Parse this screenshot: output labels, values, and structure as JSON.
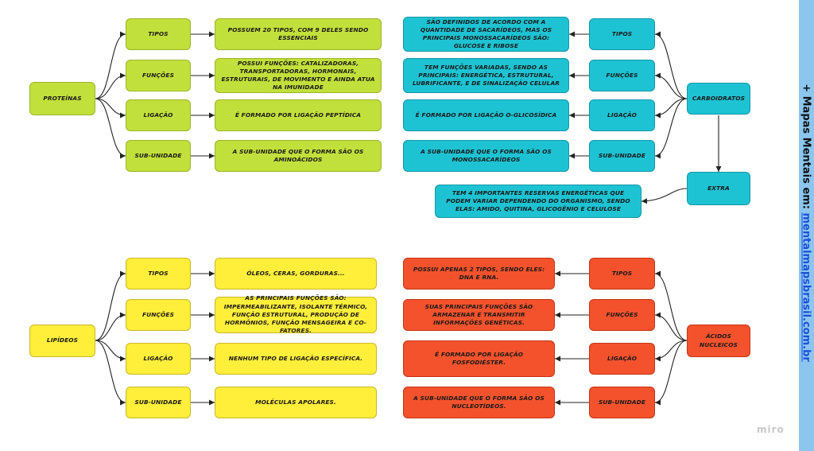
{
  "colors": {
    "proteinas": "#c2e03b",
    "carboidratos": "#1ec3d3",
    "lipidos": "#ffee3a",
    "acidos": "#f4522c",
    "arrow": "#222222",
    "sidebar": "#8cc6ef"
  },
  "proteinas": {
    "root": "Proteínas",
    "branches": [
      {
        "label": "Tipos",
        "detail": "Possuem 20 tipos, com 9 deles sendo essenciais"
      },
      {
        "label": "Funções",
        "detail": "Possui funções: catalizadoras, transportadoras, hormonais, estruturais, de movimento e ainda atua na imunidade"
      },
      {
        "label": "Ligação",
        "detail": "É formado por ligação peptídica"
      },
      {
        "label": "Sub-unidade",
        "detail": "A sub-unidade que o forma são os aminoácidos"
      }
    ]
  },
  "carboidratos": {
    "root": "Carboidratos",
    "extra_label": "Extra",
    "extra_detail": "Tem 4 importantes reservas energéticas que podem variar dependendo do organismo, sendo elas: amido, quitina, glicogênio e celulose",
    "branches": [
      {
        "label": "Tipos",
        "detail": "São definidos de acordo com a quantidade de sacarídeos, mas os principais monossacarídeos são: glucose e ribose"
      },
      {
        "label": "Funções",
        "detail": "Tem funções variadas, sendo as principais: energética, estrutural, lubrificante, e de sinalização celular"
      },
      {
        "label": "Ligação",
        "detail": "É formado por ligação o-glicosídica"
      },
      {
        "label": "Sub-unidade",
        "detail": "A sub-unidade que o forma são os monossacarídeos"
      }
    ]
  },
  "lipidios": {
    "root": "Lipídeos",
    "branches": [
      {
        "label": "Tipos",
        "detail": "Óleos, ceras, gorduras..."
      },
      {
        "label": "Funções",
        "detail": "As principais funções são: impermeabilizante, isolante térmico, função estrutural, produção de hormônios, função mensageira e co-fatores."
      },
      {
        "label": "Ligação",
        "detail": "Nenhum tipo de ligação específica."
      },
      {
        "label": "Sub-unidade",
        "detail": "Moléculas apolares."
      }
    ]
  },
  "acidos": {
    "root": "Ácidos nucleicos",
    "branches": [
      {
        "label": "Tipos",
        "detail": "Possui apenas 2 tipos, sendo eles: DNA e RNA."
      },
      {
        "label": "Funções",
        "detail": "Suas principais funções são armazenar e transmitir informações genéticas."
      },
      {
        "label": "Ligação",
        "detail": "É formado por ligação fosfodiéster."
      },
      {
        "label": "Sub-unidade",
        "detail": "A sub-unidade que o forma são os nucleotídeos."
      }
    ]
  },
  "sidebar": {
    "prefix": "+ Mapas Mentais em:",
    "link": "mentalmapsbrasil.com.br"
  },
  "watermark": "miro"
}
